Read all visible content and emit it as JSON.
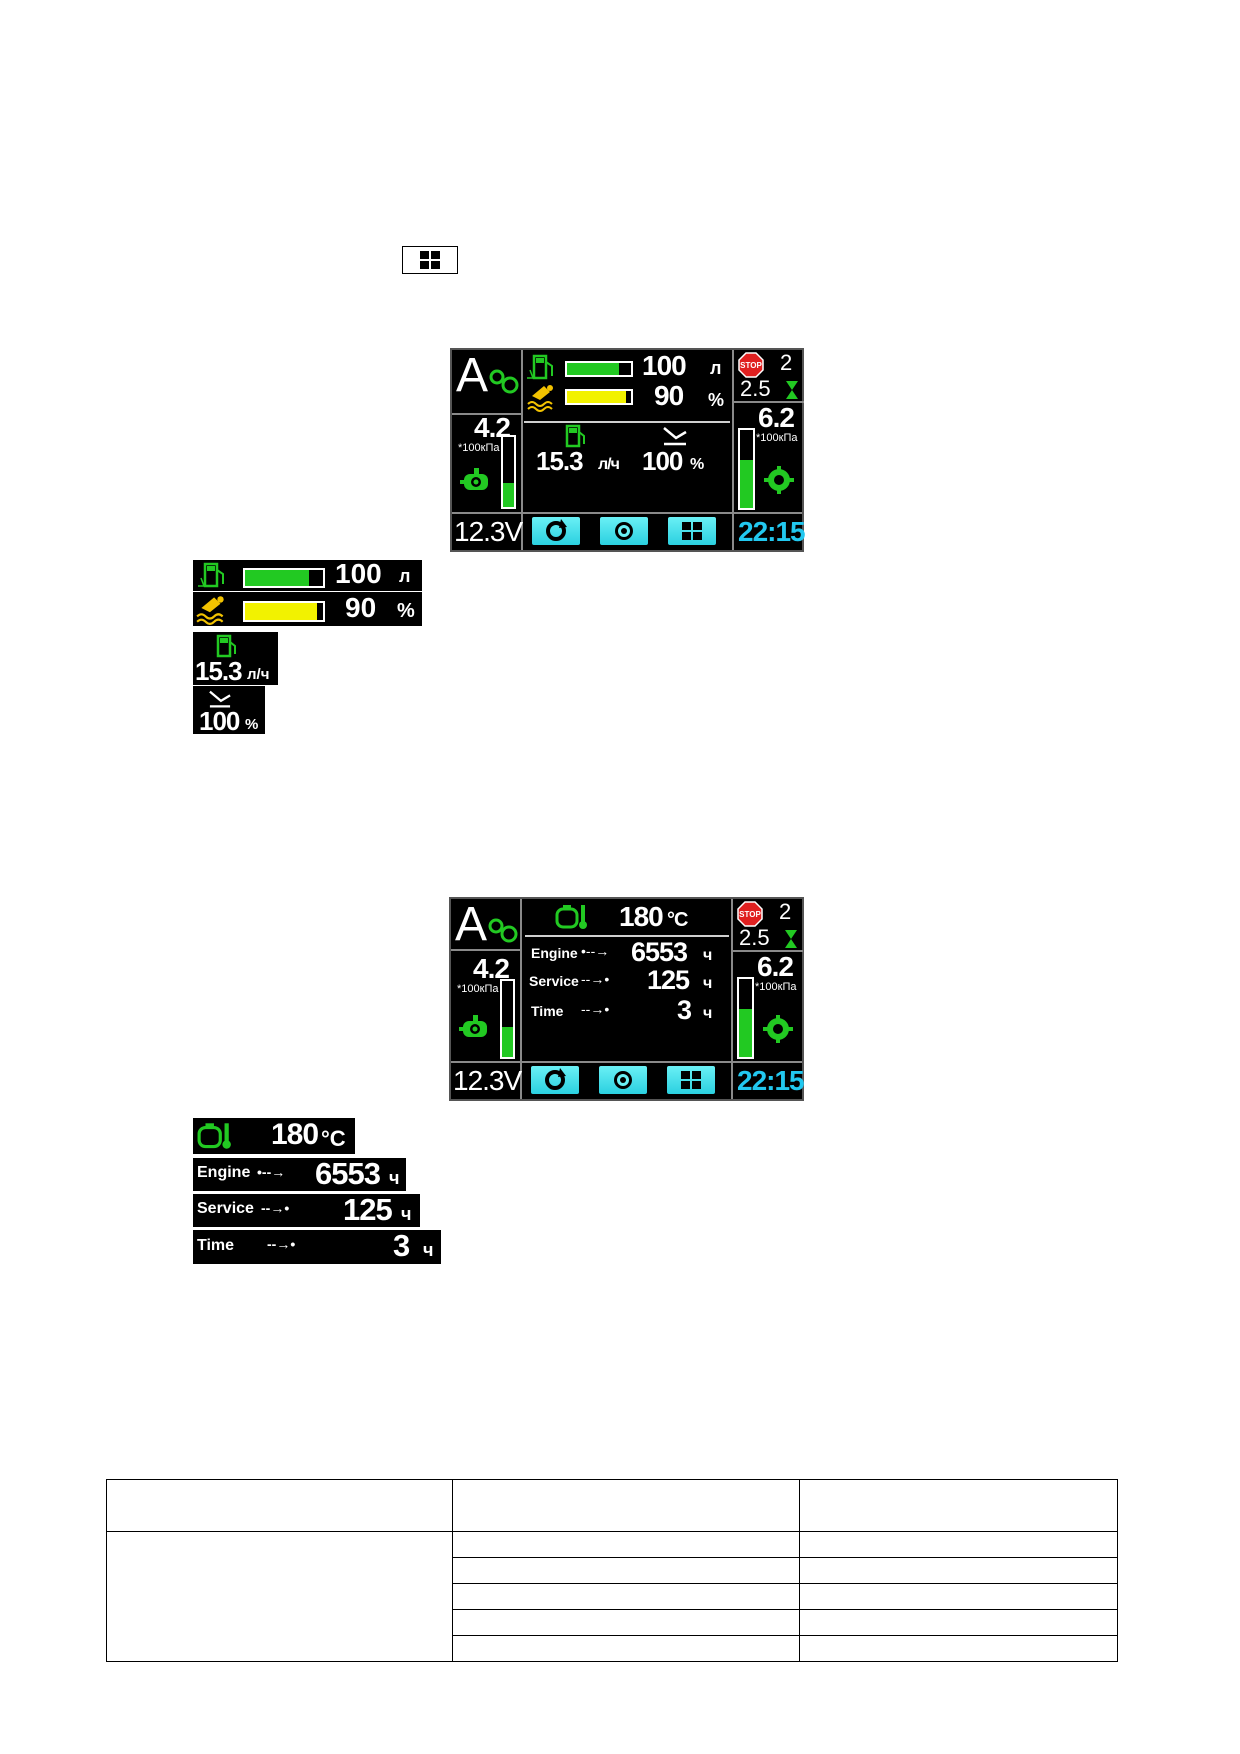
{
  "top_icon": "grid-icon",
  "screen1": {
    "gear": "A",
    "left_value": "4.2",
    "left_unit": "*100кПа",
    "left_fill": 0.35,
    "voltage": "12.3V",
    "fuel_level": "100",
    "fuel_unit": "л",
    "fuel_fill": 0.82,
    "fluid_level": "90",
    "fluid_unit": "%",
    "fluid_fill": 0.92,
    "consumption": "15.3",
    "consumption_unit": "л/ч",
    "pedal": "100",
    "pedal_unit": "%",
    "stop_count": "2",
    "timer": "2.5",
    "right_value": "6.2",
    "right_unit": "*100кПа",
    "right_fill": 0.62,
    "clock": "22:15",
    "btn_icons": [
      "refresh-icon",
      "gear-icon",
      "grid-icon"
    ],
    "colors": {
      "green": "#22c922",
      "yellow": "#f2f200",
      "cyan": "#22c8f0"
    }
  },
  "strips1": {
    "fuel_value": "100",
    "fuel_unit": "л",
    "fluid_value": "90",
    "fluid_unit": "%",
    "consumption_value": "15.3",
    "consumption_unit": "л/ч",
    "pedal_value": "100",
    "pedal_unit": "%"
  },
  "screen2": {
    "gear": "A",
    "left_value": "4.2",
    "left_unit": "*100кПа",
    "voltage": "12.3V",
    "temp": "180",
    "temp_unit": "°C",
    "rows": [
      {
        "label": "Engine",
        "value": "6553",
        "unit": "ч"
      },
      {
        "label": "Service",
        "value": "125",
        "unit": "ч"
      },
      {
        "label": "Time",
        "value": "3",
        "unit": "ч"
      }
    ],
    "stop_count": "2",
    "timer": "2.5",
    "right_value": "6.2",
    "right_unit": "*100кПа",
    "clock": "22:15"
  },
  "strips2": {
    "temp": "180",
    "temp_unit": "°C",
    "rows": [
      {
        "label": "Engine",
        "value": "6553",
        "unit": "ч"
      },
      {
        "label": "Service",
        "value": "125",
        "unit": "ч"
      },
      {
        "label": "Time",
        "value": "3",
        "unit": "ч"
      }
    ]
  }
}
